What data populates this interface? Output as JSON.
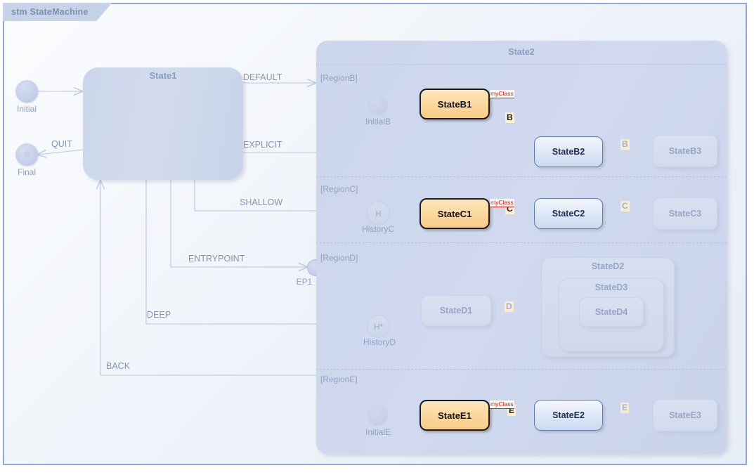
{
  "frame": {
    "title": "stm StateMachine"
  },
  "top_level": {
    "state1": {
      "name": "State1"
    },
    "initial": {
      "name": "Initial"
    },
    "final": {
      "name": "Final"
    },
    "entrypoint": {
      "name": "EP1"
    }
  },
  "transitions": [
    {
      "label": "DEFAULT"
    },
    {
      "label": "EXPLICIT"
    },
    {
      "label": "SHALLOW"
    },
    {
      "label": "ENTRYPOINT"
    },
    {
      "label": "DEEP"
    },
    {
      "label": "BACK"
    },
    {
      "label": "QUIT"
    }
  ],
  "state2": {
    "name": "State2",
    "regions": [
      {
        "label": "[RegionB]",
        "pseudostate": {
          "name": "InitialB",
          "kind": "initial"
        },
        "states": [
          {
            "name": "StateB1",
            "style": "active",
            "stereotype": "myClass"
          },
          {
            "name": "StateB2",
            "style": "normal"
          },
          {
            "name": "StateB3",
            "style": "faded"
          }
        ],
        "events": [
          {
            "label": "B",
            "style": "active"
          },
          {
            "label": "B",
            "style": "faded"
          }
        ]
      },
      {
        "label": "[RegionC]",
        "pseudostate": {
          "name": "HistoryC",
          "kind": "shallow-history",
          "glyph": "H"
        },
        "states": [
          {
            "name": "StateC1",
            "style": "active",
            "stereotype": "myClass"
          },
          {
            "name": "StateC2",
            "style": "normal"
          },
          {
            "name": "StateC3",
            "style": "faded"
          }
        ],
        "events": [
          {
            "label": "C",
            "style": "active"
          },
          {
            "label": "C",
            "style": "faded"
          }
        ]
      },
      {
        "label": "[RegionD]",
        "pseudostate": {
          "name": "HistoryD",
          "kind": "deep-history",
          "glyph": "H*"
        },
        "states": [
          {
            "name": "StateD1",
            "style": "faded"
          },
          {
            "name": "StateD2",
            "style": "composite"
          },
          {
            "name": "StateD3",
            "style": "composite"
          },
          {
            "name": "StateD4",
            "style": "faded"
          }
        ],
        "events": [
          {
            "label": "D",
            "style": "faded"
          }
        ]
      },
      {
        "label": "[RegionE]",
        "pseudostate": {
          "name": "InitialE",
          "kind": "initial"
        },
        "states": [
          {
            "name": "StateE1",
            "style": "active",
            "stereotype": "myClass"
          },
          {
            "name": "StateE2",
            "style": "normal"
          },
          {
            "name": "StateE3",
            "style": "faded"
          }
        ],
        "events": [
          {
            "label": "E",
            "style": "active"
          },
          {
            "label": "E",
            "style": "faded"
          }
        ]
      }
    ]
  },
  "colors": {
    "frame_border": "#8fa8d8",
    "tab_fill": "#c6d2e8",
    "muted_text": "#8d9cbd",
    "active_fill": "#fbd79b",
    "active_border": "#1a1a1a",
    "normal_border": "#5f7cb5",
    "stereotype_red": "#cc1f1f",
    "event_yellow": "#fdf0d3"
  }
}
